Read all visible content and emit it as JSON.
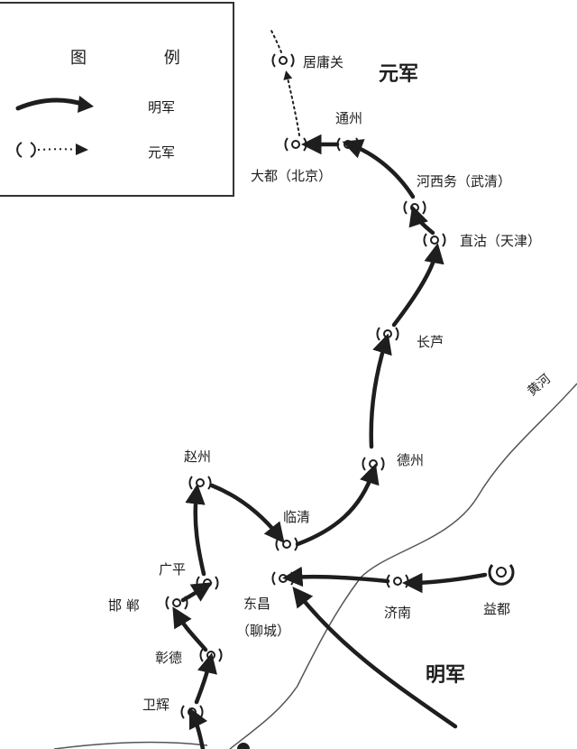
{
  "legend": {
    "title": "图 例",
    "ming_label": "明军",
    "yuan_label": "元军"
  },
  "forces": {
    "yuan": "元军",
    "ming": "明军"
  },
  "river": "黄河",
  "places": {
    "juyongguan": "居庸关",
    "tongzhou": "通州",
    "dadu": "大都（北京）",
    "hexiwu": "河西务（武清）",
    "zhigu": "直沽（天津）",
    "changlu": "长芦",
    "dezhou": "德州",
    "zhaozhou": "赵州",
    "linqing": "临清",
    "guangping": "广平",
    "handan": "邯 郸",
    "dongchang": "东昌",
    "liaocheng": "（聊城）",
    "jinan": "济南",
    "yidu": "益都",
    "zhangde": "彰德",
    "weihui": "卫辉"
  },
  "colors": {
    "ink": "#1e1e1e",
    "river": "#555555",
    "paper": "#ffffff"
  }
}
